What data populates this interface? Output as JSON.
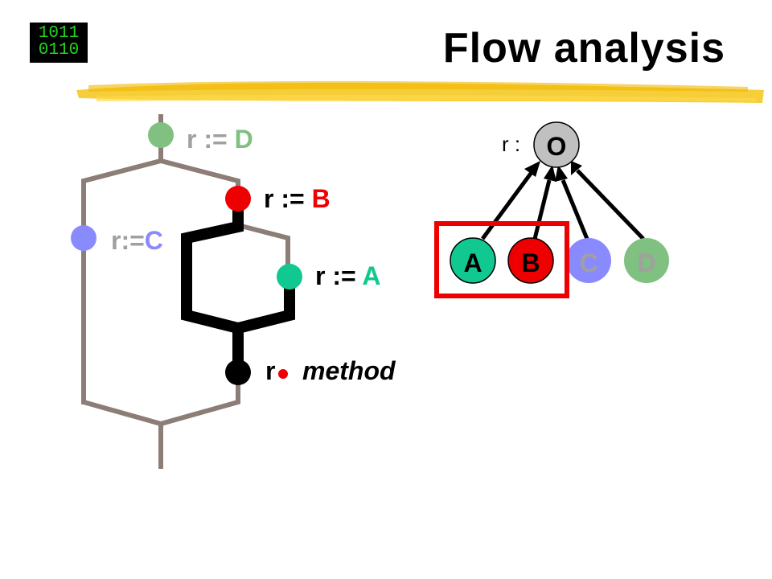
{
  "logo": {
    "line1": "1011",
    "line2": "0110"
  },
  "title": "Flow analysis",
  "flow": {
    "assign_d": {
      "prefix": "r := ",
      "value": "D"
    },
    "assign_b": {
      "prefix": "r := ",
      "value": "B"
    },
    "assign_c": {
      "prefix": "r:=",
      "value": "C"
    },
    "assign_a": {
      "prefix": "r := ",
      "value": "A"
    },
    "call": {
      "receiver": "r",
      "method": "method"
    }
  },
  "hierarchy": {
    "root_prefix": "r :",
    "root": "O",
    "children": [
      "A",
      "B",
      "C",
      "D"
    ]
  },
  "colors": {
    "A": "#10c890",
    "B": "#ee0000",
    "C": "#8a8aff",
    "D": "#80c080",
    "O": "#c0c0c0",
    "edge": "#8c7d76",
    "highlight": "#ee0000",
    "brush": "#f5c518"
  }
}
